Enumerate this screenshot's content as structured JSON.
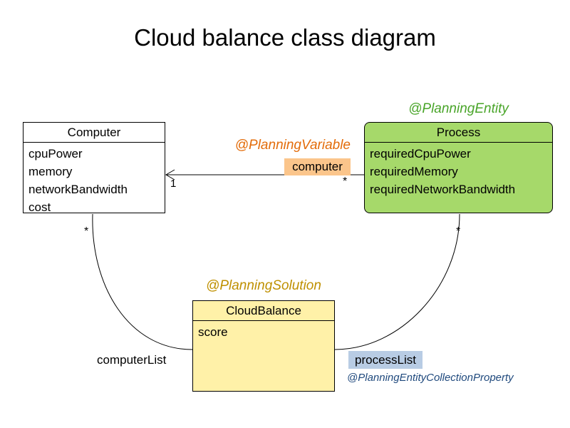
{
  "title": "Cloud balance class diagram",
  "classes": {
    "computer": {
      "name": "Computer",
      "fields": [
        "cpuPower",
        "memory",
        "networkBandwidth",
        "cost"
      ]
    },
    "process": {
      "annotation": "@PlanningEntity",
      "name": "Process",
      "fields": [
        "requiredCpuPower",
        "requiredMemory",
        "requiredNetworkBandwidth"
      ]
    },
    "cloud_balance": {
      "annotation": "@PlanningSolution",
      "name": "CloudBalance",
      "fields": [
        "score"
      ]
    }
  },
  "relations": {
    "planning_variable": {
      "annotation": "@PlanningVariable",
      "label": "computer",
      "target_multiplicity": "1",
      "source_multiplicity": "*"
    },
    "computer_list": {
      "label": "computerList",
      "multiplicity": "*"
    },
    "process_list": {
      "label": "processList",
      "annotation": "@PlanningEntityCollectionProperty",
      "multiplicity": "*"
    }
  },
  "colors": {
    "entity_green": "#4aa52a",
    "process_fill": "#a6d96a",
    "variable_orange": "#e36c0a",
    "computer_highlight": "#fbc58b",
    "solution_gold": "#bf9000",
    "cloudbalance_fill": "#fff1a8",
    "processlist_highlight": "#b8cce4",
    "collection_blue": "#1f497d",
    "line": "#000000"
  }
}
